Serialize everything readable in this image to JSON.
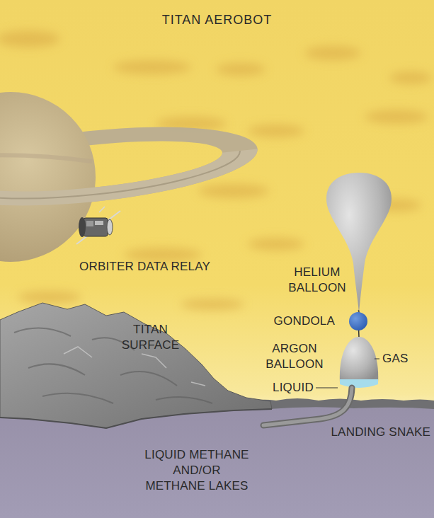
{
  "diagram": {
    "title": "TITAN AEROBOT",
    "labels": [
      "ORBITER DATA RELAY",
      "HELIUM BALLOON",
      "GONDOLA",
      "ARGON BALLOON",
      "GAS",
      "LIQUID",
      "TITAN SURFACE",
      "LANDING SNAKE",
      "LIQUID METHANE AND/OR METHANE LAKES"
    ]
  }
}
